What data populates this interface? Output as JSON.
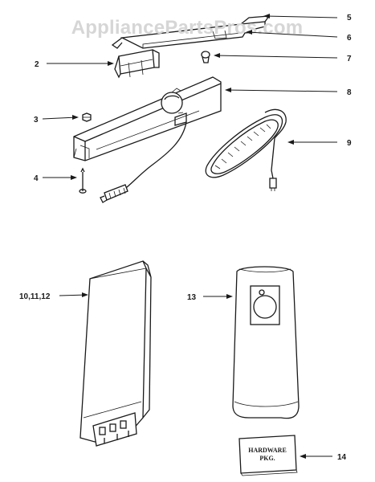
{
  "watermark": "AppliancePartsPros.com",
  "callouts": [
    "5",
    "6",
    "2",
    "7",
    "8",
    "3",
    "9",
    "4",
    "10,11,12",
    "13",
    "14"
  ],
  "hardware_label": [
    "HARDWARE",
    "PKG."
  ]
}
